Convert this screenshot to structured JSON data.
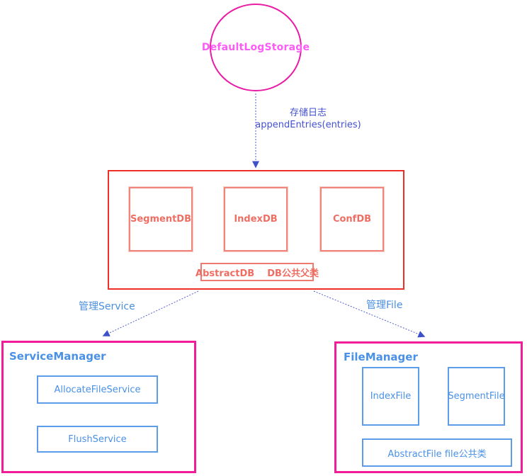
{
  "colors": {
    "circle_border": "#e91ca6",
    "circle_text": "#fb5cf5",
    "red_border": "#ee2f28",
    "salmon_text": "#ee6e63",
    "salmon_border": "#f0857b",
    "magenta_border": "#f31c98",
    "blue_border": "#5c9ce8",
    "blue_text": "#4a91e6",
    "indigo_text": "#4350d0",
    "edge_line": "#5560cf",
    "arrowhead": "#3f51c9"
  },
  "nodes": {
    "storage_circle": {
      "label": "DefaultLogStorage"
    },
    "store_edge": {
      "line1": "存储日志",
      "line2": "appendEntries(entries)"
    },
    "db_container": {
      "segment_db": "SegmentDB",
      "index_db": "IndexDB",
      "conf_db": "ConfDB",
      "abstract_db": "AbstractDB    DB公共父类"
    },
    "left_edge_label": "管理Service",
    "right_edge_label": "管理File",
    "service_manager": {
      "title": "ServiceManager",
      "allocate_file_service": "AllocateFileService",
      "flush_service": "FlushService"
    },
    "file_manager": {
      "title": "FileManager",
      "index_file": "IndexFile",
      "segment_file": "SegmentFile",
      "abstract_file": "AbstractFile file公共类"
    }
  }
}
